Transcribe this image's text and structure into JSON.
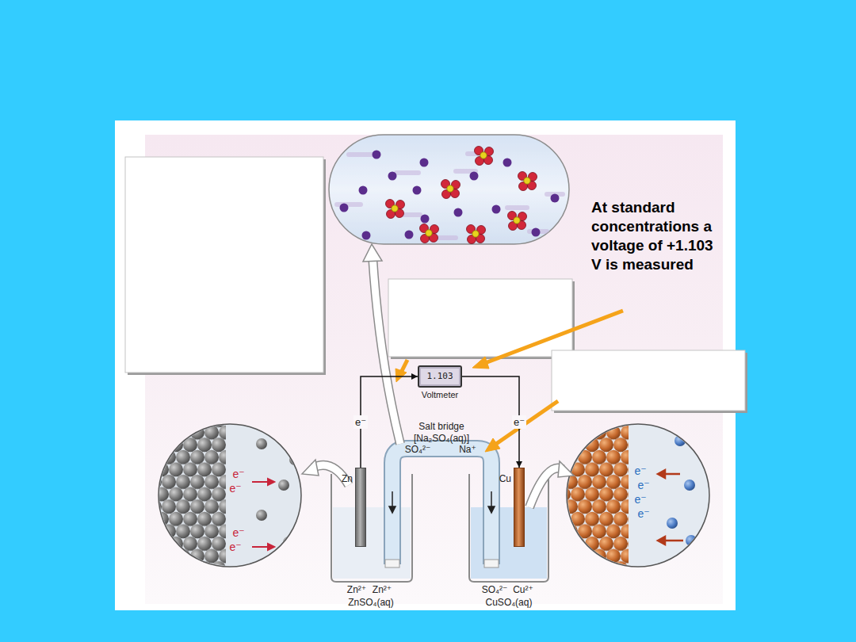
{
  "diagram": {
    "nodes": [
      {
        "text": [
          "1.103",
          "Voltmeter"
        ]
      },
      {
        "text": [
          "Zn"
        ]
      },
      {
        "text": [
          "Cu"
        ]
      }
    ],
    "edges": [
      {
        "from": 1,
        "to": 0,
        "arrow": "to",
        "label": "e⁻"
      },
      {
        "from": 0,
        "to": 2,
        "arrow": "to",
        "label": "e⁻"
      }
    ],
    "labels": [
      "At standard concentrations a voltage of +1.103 V is measured",
      "Salt bridge",
      "[Na₂SO₄(aq)]",
      "SO₄²⁻",
      "Na⁺",
      "Zn²⁺",
      "Zn²⁺",
      "ZnSO₄(aq)",
      "SO₄²⁻",
      "Cu²⁺",
      "CuSO₄(aq)",
      "e⁻",
      "e⁻",
      "e⁻",
      "e⁻",
      "e⁻",
      "e⁻",
      "e⁻",
      "e⁻"
    ]
  }
}
